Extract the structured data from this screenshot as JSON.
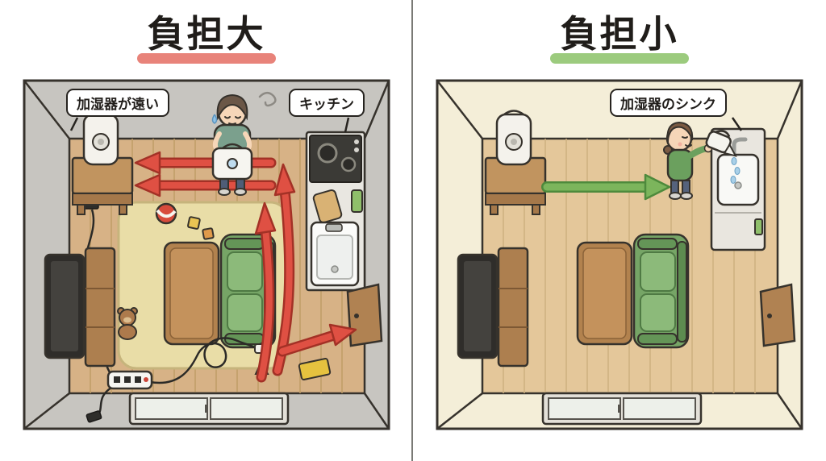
{
  "page": {
    "divider_color": "#7a7a76",
    "background_color": "#ffffff"
  },
  "left_panel": {
    "title": "負担大",
    "title_underline_color": "#e8837a",
    "labels": {
      "humidifier_distance": "加湿器が遠い",
      "kitchen": "キッチン"
    },
    "arrow_color": "#df5043",
    "wall_color": "#c7c5c0",
    "floor_color": "#d7b286"
  },
  "right_panel": {
    "title": "負担小",
    "title_underline_color": "#9ccb7e",
    "labels": {
      "sink": "加湿器のシンク"
    },
    "arrow_color": "#7cb55c",
    "wall_color": "#f4eed8",
    "floor_color": "#e4c79a"
  }
}
